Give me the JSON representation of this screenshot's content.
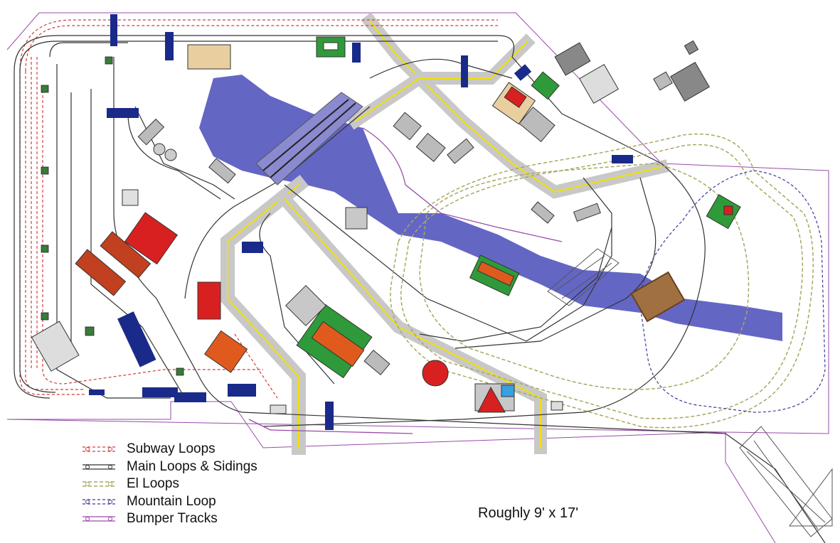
{
  "legend": [
    {
      "label": "Subway Loops",
      "color": "#d23c3c",
      "style": "dashed"
    },
    {
      "label": "Main Loops & Sidings",
      "color": "#333333",
      "style": "solid"
    },
    {
      "label": "El Loops",
      "color": "#a8a860",
      "style": "dashed"
    },
    {
      "label": "Mountain Loop",
      "color": "#3a3a9a",
      "style": "dashed"
    },
    {
      "label": "Bumper Tracks",
      "color": "#9a4aaa",
      "style": "solid"
    }
  ],
  "size_note": "Roughly 9' x 17'",
  "colors": {
    "water": "#6466c4",
    "road": "#c8c8c8",
    "road_line": "#f2e000",
    "board_outline": "#9a4aaa",
    "platform": "#1a2a8a",
    "building_red": "#d82020",
    "building_green": "#2f9a3a",
    "building_orange": "#e05a1e"
  }
}
